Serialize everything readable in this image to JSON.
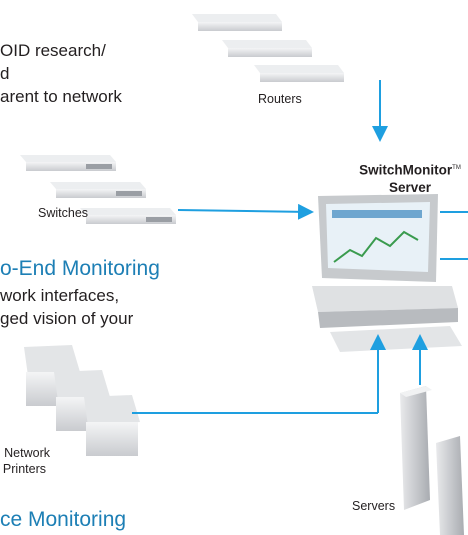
{
  "top_text": {
    "line1": "OID research/",
    "line2": "d",
    "line3": "arent to network"
  },
  "end_to_end": {
    "heading": "o-End Monitoring",
    "line1": "work interfaces,",
    "line2": "ged vision of your"
  },
  "device_heading": "ce Monitoring",
  "labels": {
    "routers": "Routers",
    "switches": "Switches",
    "server_line1": "SwitchMonitor",
    "server_tm": "TM",
    "server_line2": "Server",
    "printers_line1": "Network",
    "printers_line2": "Printers",
    "servers": "Servers"
  },
  "colors": {
    "arrow": "#1e9fe0",
    "heading": "#1d7fb5",
    "device": "#d6d8db"
  }
}
